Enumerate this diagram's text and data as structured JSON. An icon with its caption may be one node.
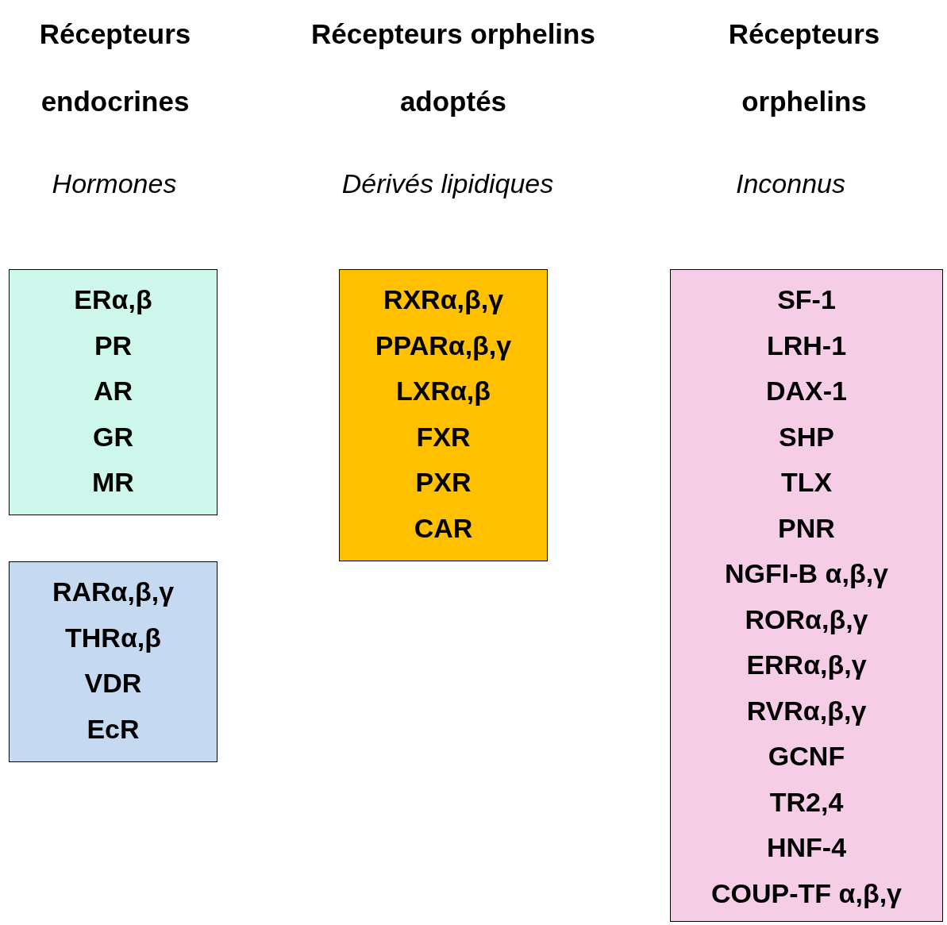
{
  "diagram": {
    "nodes": [
      {
        "text": [
          "ERα,β",
          "PR",
          "AR",
          "GR",
          "MR"
        ]
      },
      {
        "text": [
          "RARα,β,γ",
          "THRα,β",
          "VDR",
          "EcR"
        ]
      },
      {
        "text": [
          "RXRα,β,γ",
          "PPARα,β,γ",
          "LXRα,β",
          "FXR",
          "PXR",
          "CAR"
        ]
      },
      {
        "text": [
          "SF-1",
          "LRH-1",
          "DAX-1",
          "SHP",
          "TLX",
          "PNR",
          "NGFI-B α,β,γ",
          "RORα,β,γ",
          "ERRα,β,γ",
          "RVRα,β,γ",
          "GCNF",
          "TR2,4",
          "HNF-4",
          "COUP-TF α,β,γ"
        ]
      }
    ],
    "labels": [
      "Récepteurs endocrines",
      "Récepteurs orphelins adoptés",
      "Récepteurs orphelins",
      "Hormones",
      "Dérivés lipidiques",
      "Inconnus"
    ]
  }
}
